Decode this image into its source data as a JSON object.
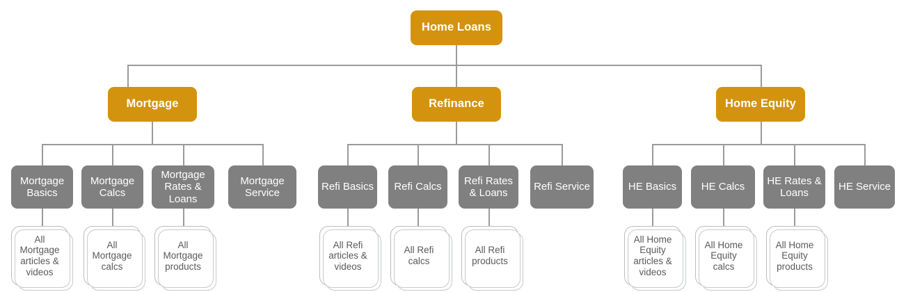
{
  "diagram": {
    "type": "tree",
    "title": "Home Loans site map",
    "colors": {
      "level1_fill": "#d4930f",
      "level2_fill": "#d4930f",
      "level3_fill": "#808080",
      "leaf_fill": "#ffffff",
      "leaf_border": "#b9bcbe",
      "leaf_text": "#58595b",
      "node_text": "#ffffff",
      "connector": "#9a9a9a"
    },
    "root": {
      "label": "Home Loans"
    },
    "branches": [
      {
        "label": "Mortgage",
        "categories": [
          {
            "label": "Mortgage Basics",
            "leaf": "All Mortgage articles & videos"
          },
          {
            "label": "Mortgage Calcs",
            "leaf": "All Mortgage calcs"
          },
          {
            "label": "Mortgage Rates & Loans",
            "leaf": "All Mortgage products"
          },
          {
            "label": "Mortgage Service",
            "leaf": null
          }
        ]
      },
      {
        "label": "Refinance",
        "categories": [
          {
            "label": "Refi Basics",
            "leaf": "All Refi articles & videos"
          },
          {
            "label": "Refi Calcs",
            "leaf": "All Refi calcs"
          },
          {
            "label": "Refi Rates & Loans",
            "leaf": "All Refi products"
          },
          {
            "label": "Refi Service",
            "leaf": null
          }
        ]
      },
      {
        "label": "Home Equity",
        "categories": [
          {
            "label": "HE Basics",
            "leaf": "All Home Equity articles & videos"
          },
          {
            "label": "HE Calcs",
            "leaf": "All Home Equity calcs"
          },
          {
            "label": "HE Rates & Loans",
            "leaf": "All Home Equity products"
          },
          {
            "label": "HE Service",
            "leaf": null
          }
        ]
      }
    ]
  }
}
